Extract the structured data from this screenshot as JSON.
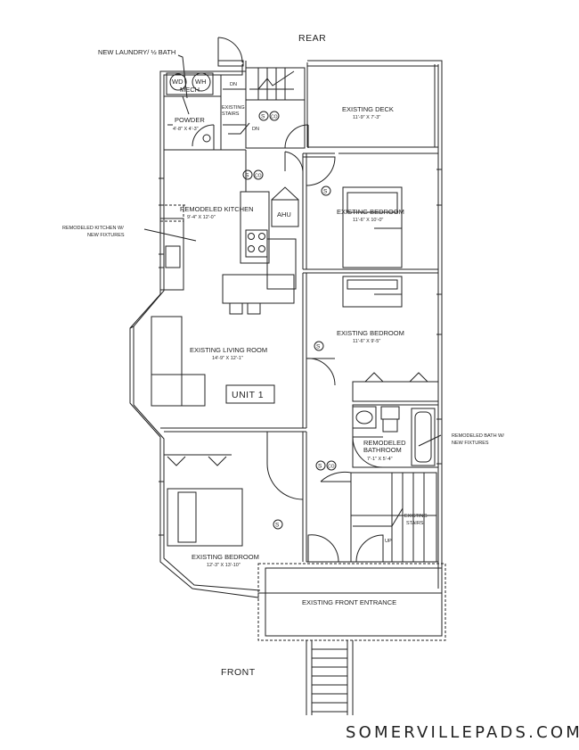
{
  "labels": {
    "rear": "REAR",
    "front": "FRONT",
    "new_laundry": "NEW LAUNDRY/ ½ BATH",
    "wd": "WD",
    "wh": "WH",
    "mech": "MECH",
    "powder": "POWDER",
    "powder_dim": "4'-8\" X 4'-3\"",
    "dn_top": "DN",
    "dn_mid": "DN",
    "existing_stairs_top_1": "EXISTING",
    "existing_stairs_top_2": "STAIRS",
    "existing_deck": "EXISTING DECK",
    "existing_deck_dim": "11'-9\" X 7'-3\"",
    "remodeled_kitchen": "REMODELED KITCHEN",
    "remodeled_kitchen_dim": "9'-4\" X 12'-0\"",
    "ahu": "AHU",
    "kitchen_note_1": "REMODELED KITCHEN W/",
    "kitchen_note_2": "NEW FIXTURES",
    "bedroom_1": "EXISTING BEDROOM",
    "bedroom_1_dim": "11'-6\" X 10'-0\"",
    "bedroom_2": "EXISTING BEDROOM",
    "bedroom_2_dim": "11'-6\" X 9'-5\"",
    "living_room": "EXISTING LIVING ROOM",
    "living_room_dim": "14'-9\" X 12'-1\"",
    "unit": "UNIT  1",
    "bath_1": "REMODELED",
    "bath_2": "BATHROOM",
    "bath_dim": "7'-1\" X 5'-4\"",
    "bath_note_1": "REMODELED BATH W/",
    "bath_note_2": "NEW FIXTURES",
    "existing_stairs_bot_1": "EXISTING",
    "existing_stairs_bot_2": "STAIRS",
    "up": "UP",
    "bedroom_3": "EXISTING BEDROOM",
    "bedroom_3_dim": "12'-3\" X 13'-10\"",
    "front_entrance": "EXISTING FRONT ENTRANCE",
    "smoke": "S",
    "co": "CO",
    "brand": "SOMERVILLEPADS.COM"
  }
}
